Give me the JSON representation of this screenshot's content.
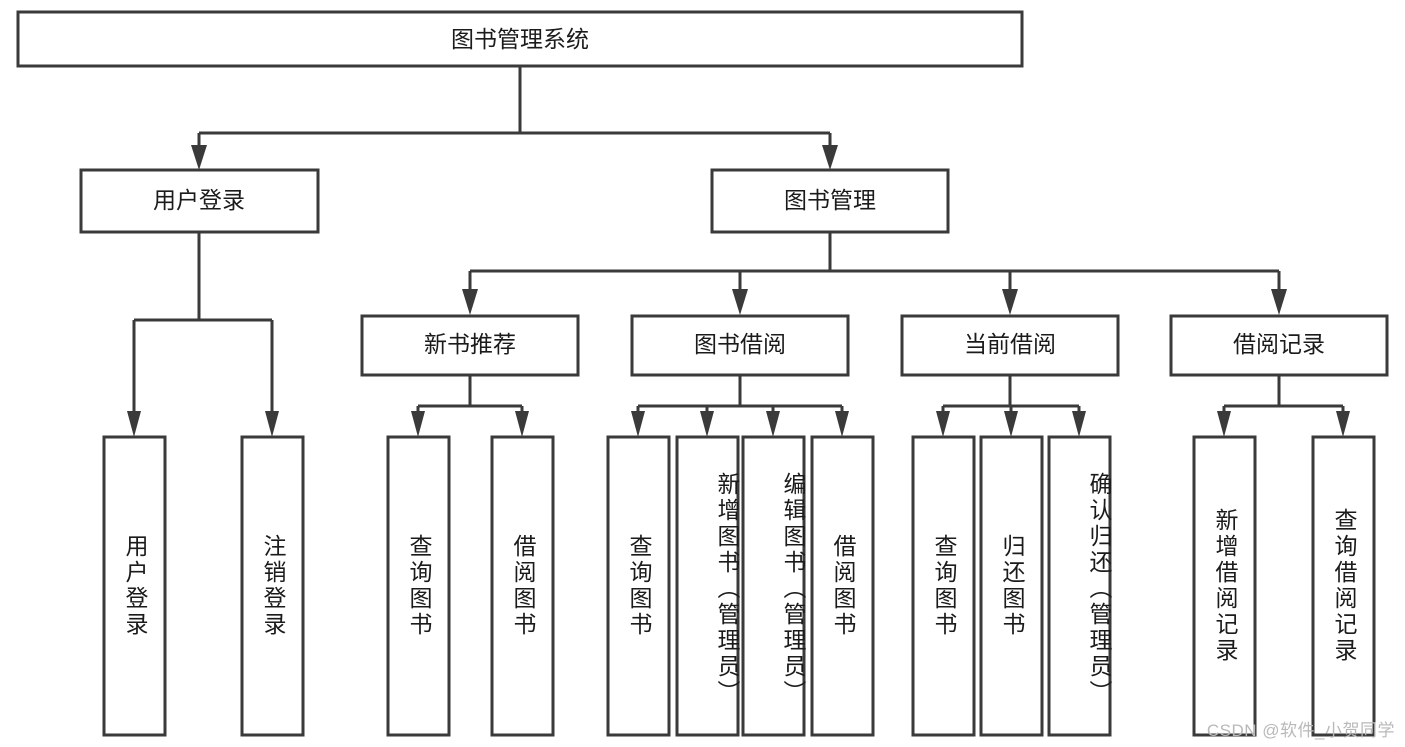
{
  "diagram": {
    "title": "图书管理系统",
    "type": "hierarchy-tree",
    "root": {
      "label": "图书管理系统",
      "orientation": "horizontal"
    },
    "level2": [
      {
        "label": "用户登录",
        "orientation": "horizontal"
      },
      {
        "label": "图书管理",
        "orientation": "horizontal"
      }
    ],
    "level3": [
      {
        "label": "新书推荐",
        "orientation": "horizontal"
      },
      {
        "label": "图书借阅",
        "orientation": "horizontal"
      },
      {
        "label": "当前借阅",
        "orientation": "horizontal"
      },
      {
        "label": "借阅记录",
        "orientation": "horizontal"
      }
    ],
    "leaves": [
      {
        "label": "用户登录",
        "parent": "用户登录",
        "orientation": "vertical"
      },
      {
        "label": "注销登录",
        "parent": "用户登录",
        "orientation": "vertical"
      },
      {
        "label": "查询图书",
        "parent": "新书推荐",
        "orientation": "vertical"
      },
      {
        "label": "借阅图书",
        "parent": "新书推荐",
        "orientation": "vertical"
      },
      {
        "label": "查询图书",
        "parent": "图书借阅",
        "orientation": "vertical"
      },
      {
        "label": "新增图书（管理员）",
        "parent": "图书借阅",
        "orientation": "vertical"
      },
      {
        "label": "编辑图书（管理员）",
        "parent": "图书借阅",
        "orientation": "vertical"
      },
      {
        "label": "借阅图书",
        "parent": "图书借阅",
        "orientation": "vertical"
      },
      {
        "label": "查询图书",
        "parent": "当前借阅",
        "orientation": "vertical"
      },
      {
        "label": "归还图书",
        "parent": "当前借阅",
        "orientation": "vertical"
      },
      {
        "label": "确认归还（管理员）",
        "parent": "当前借阅",
        "orientation": "vertical"
      },
      {
        "label": "新增借阅记录",
        "parent": "借阅记录",
        "orientation": "vertical"
      },
      {
        "label": "查询借阅记录",
        "parent": "借阅记录",
        "orientation": "vertical"
      }
    ],
    "colors": {
      "stroke": "#3a3a3a",
      "fill": "#ffffff",
      "text": "#1b1b1b",
      "watermark": "#b9b9b9"
    }
  },
  "watermark": {
    "text": "CSDN @软件_小贺同学"
  }
}
